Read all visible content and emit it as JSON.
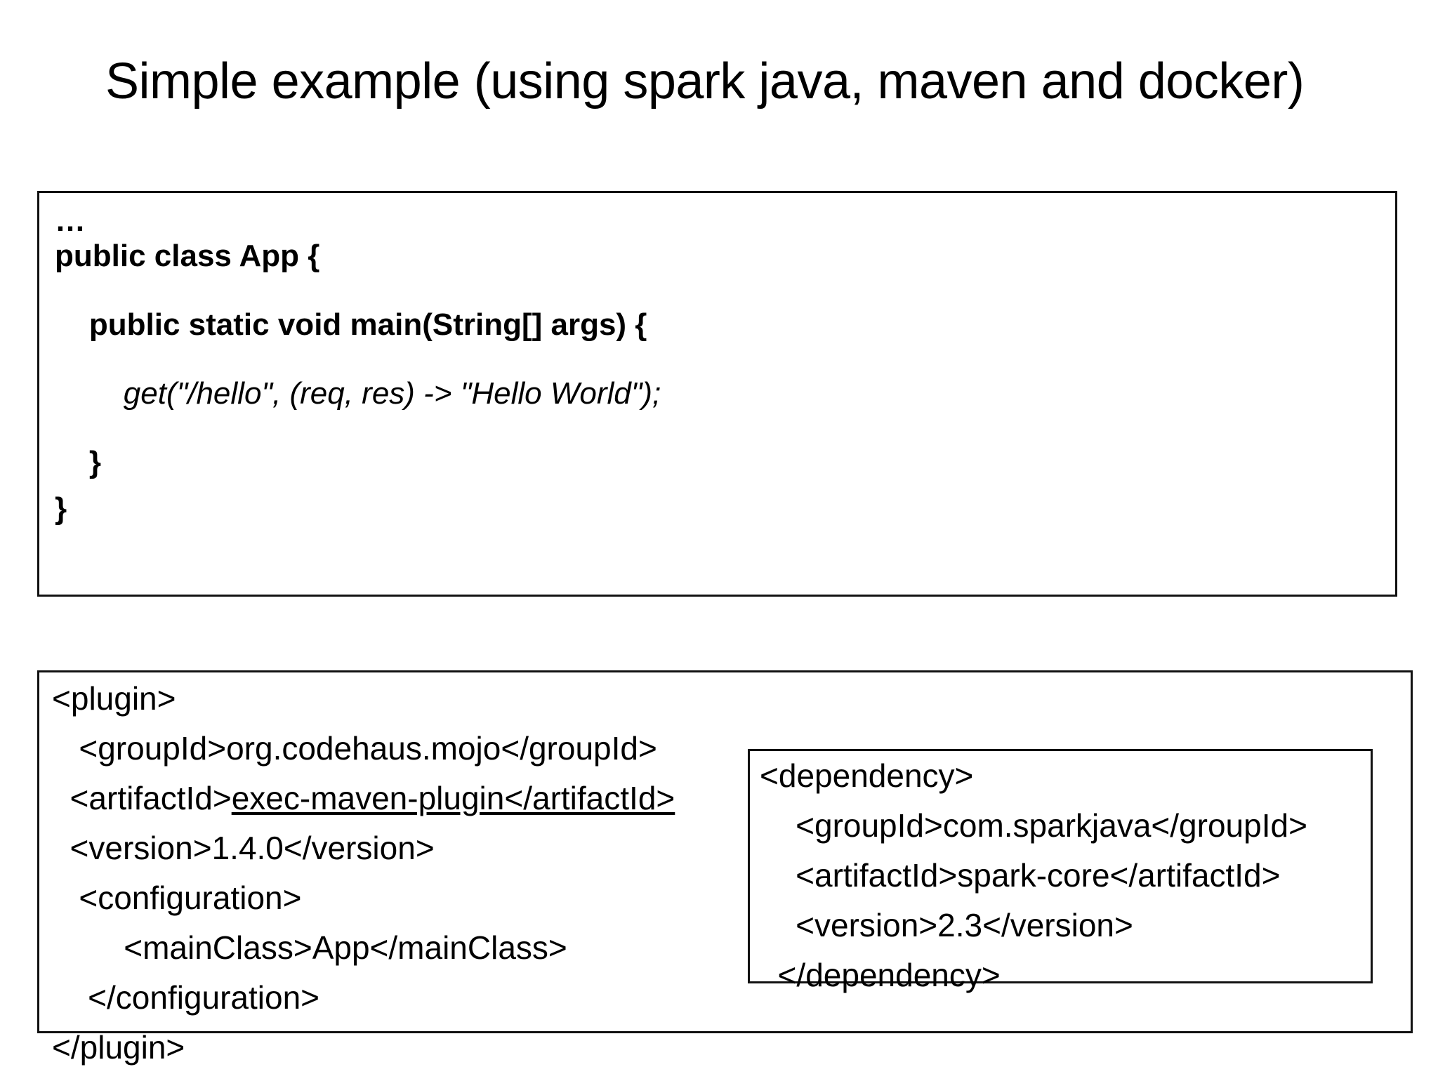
{
  "slide": {
    "title": "Simple example (using spark java, maven and docker)"
  },
  "java_box": {
    "name": "java-source-snippet",
    "lines": [
      {
        "text": "…",
        "style": "ellipsis"
      },
      {
        "text": "public class App {",
        "style": "bold"
      },
      {
        "text": " ",
        "style": "spacer"
      },
      {
        "text": "    public static void main(String[] args) {",
        "style": "bold"
      },
      {
        "text": " ",
        "style": "spacer"
      },
      {
        "text": "        get(\"/hello\", (req, res) -> \"Hello World\");",
        "style": "italic"
      },
      {
        "text": " ",
        "style": "spacer"
      },
      {
        "text": "    }",
        "style": "bold"
      },
      {
        "text": "}",
        "style": "bold"
      }
    ]
  },
  "plugin_box": {
    "name": "maven-plugin-xml",
    "lines": [
      {
        "text": "<plugin>",
        "underlined": false
      },
      {
        "text": "   <groupId>org.codehaus.mojo</groupId>",
        "underlined": false
      },
      {
        "text": "  <artifactId>",
        "underlined": false,
        "underlined_part": "exec-maven-plugin</artifactId>"
      },
      {
        "text": "  <version>1.4.0</version>",
        "underlined": false
      },
      {
        "text": "   <configuration>",
        "underlined": false
      },
      {
        "text": "        <mainClass>App</mainClass>",
        "underlined": false
      },
      {
        "text": "    </configuration>",
        "underlined": false
      },
      {
        "text": "</plugin>",
        "underlined": false
      }
    ]
  },
  "dependency_box": {
    "name": "maven-dependency-xml",
    "lines": [
      {
        "text": "<dependency>"
      },
      {
        "text": "    <groupId>com.sparkjava</groupId>"
      },
      {
        "text": "    <artifactId>spark-core</artifactId>"
      },
      {
        "text": "    <version>2.3</version>"
      },
      {
        "text": "  </dependency>"
      }
    ]
  },
  "colors": {
    "text": "#000000",
    "border": "#111111",
    "background": "#ffffff"
  }
}
